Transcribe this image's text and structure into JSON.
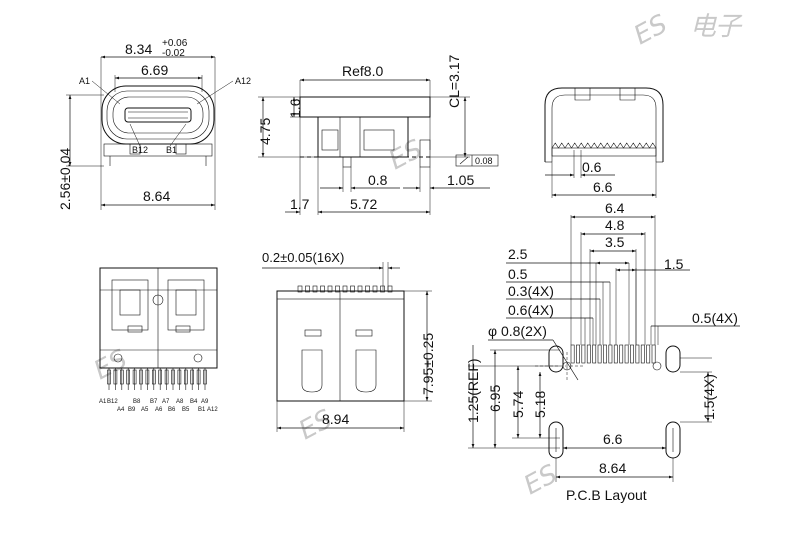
{
  "watermark": {
    "brand": "ES",
    "chars": [
      "电",
      "子"
    ]
  },
  "front_view": {
    "dim_overall": "8.34",
    "tol_plus": "+0.06",
    "tol_minus": "-0.02",
    "dim_inner": "6.69",
    "dim_bottom": "8.64",
    "dim_height": "2.56±0.04",
    "pin_labels": {
      "a1": "A1",
      "a12": "A12",
      "b12": "B12",
      "b1": "B1"
    }
  },
  "side_view": {
    "dim_ref": "Ref8.0",
    "dim_cl": "CL=3.17",
    "dim_475": "4.75",
    "dim_16": "1.6",
    "dim_08": "0.8",
    "dim_105": "1.05",
    "dim_17": "1.7",
    "dim_572": "5.72",
    "flatness": "0.08"
  },
  "rear_view": {
    "dim_06": "0.6",
    "dim_66": "6.6"
  },
  "bottom_view": {
    "pins_row1": [
      "A1",
      "B12",
      "B8",
      "B7",
      "A7",
      "A8",
      "B4",
      "A9"
    ],
    "pins_row2": [
      "A4",
      "B9",
      "A5",
      "A6",
      "B6",
      "B5",
      "B1",
      "A12"
    ]
  },
  "top_view": {
    "dim_pitch": "0.2±0.05(16X)",
    "dim_795": "7.95±0.25",
    "dim_894": "8.94"
  },
  "pcb_layout": {
    "title": "P.C.B Layout",
    "dim_64": "6.4",
    "dim_48": "4.8",
    "dim_35": "3.5",
    "dim_25": "2.5",
    "dim_15": "1.5",
    "dim_05": "0.5",
    "dim_03": "0.3(4X)",
    "dim_06": "0.6(4X)",
    "dim_05_4x": "0.5(4X)",
    "dim_hole": "φ 0.8(2X)",
    "dim_125": "1.25(REF)",
    "dim_695": "6.95",
    "dim_574": "5.74",
    "dim_518": "5.18",
    "dim_15_4x": "1.5(4X)",
    "dim_66": "6.6",
    "dim_864": "8.64"
  }
}
